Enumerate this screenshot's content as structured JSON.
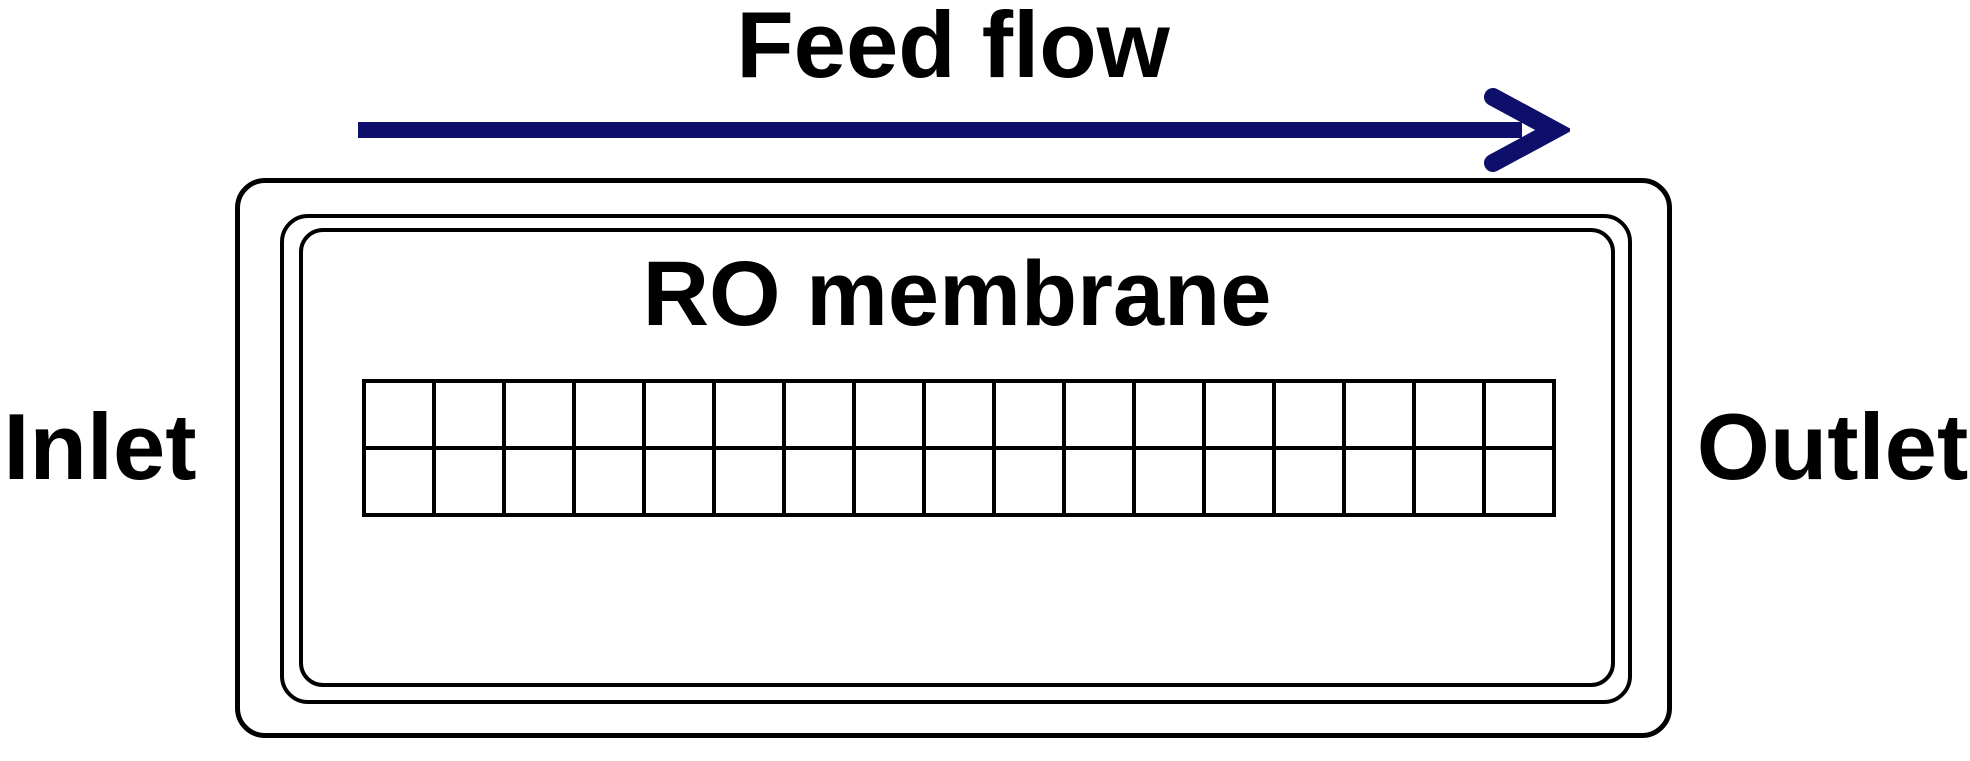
{
  "page": {
    "background_color": "#ffffff",
    "line_color": "#000000"
  },
  "diagram": {
    "feed_flow": {
      "label": "Feed flow",
      "arrow_color": "#0e0e6b",
      "arrow_direction": "right"
    },
    "module": {
      "label": "RO membrane",
      "shells": 3
    },
    "membrane_grid": {
      "rows": 2,
      "columns": 17
    },
    "inlet": {
      "label": "Inlet"
    },
    "outlet": {
      "label": "Outlet"
    }
  }
}
